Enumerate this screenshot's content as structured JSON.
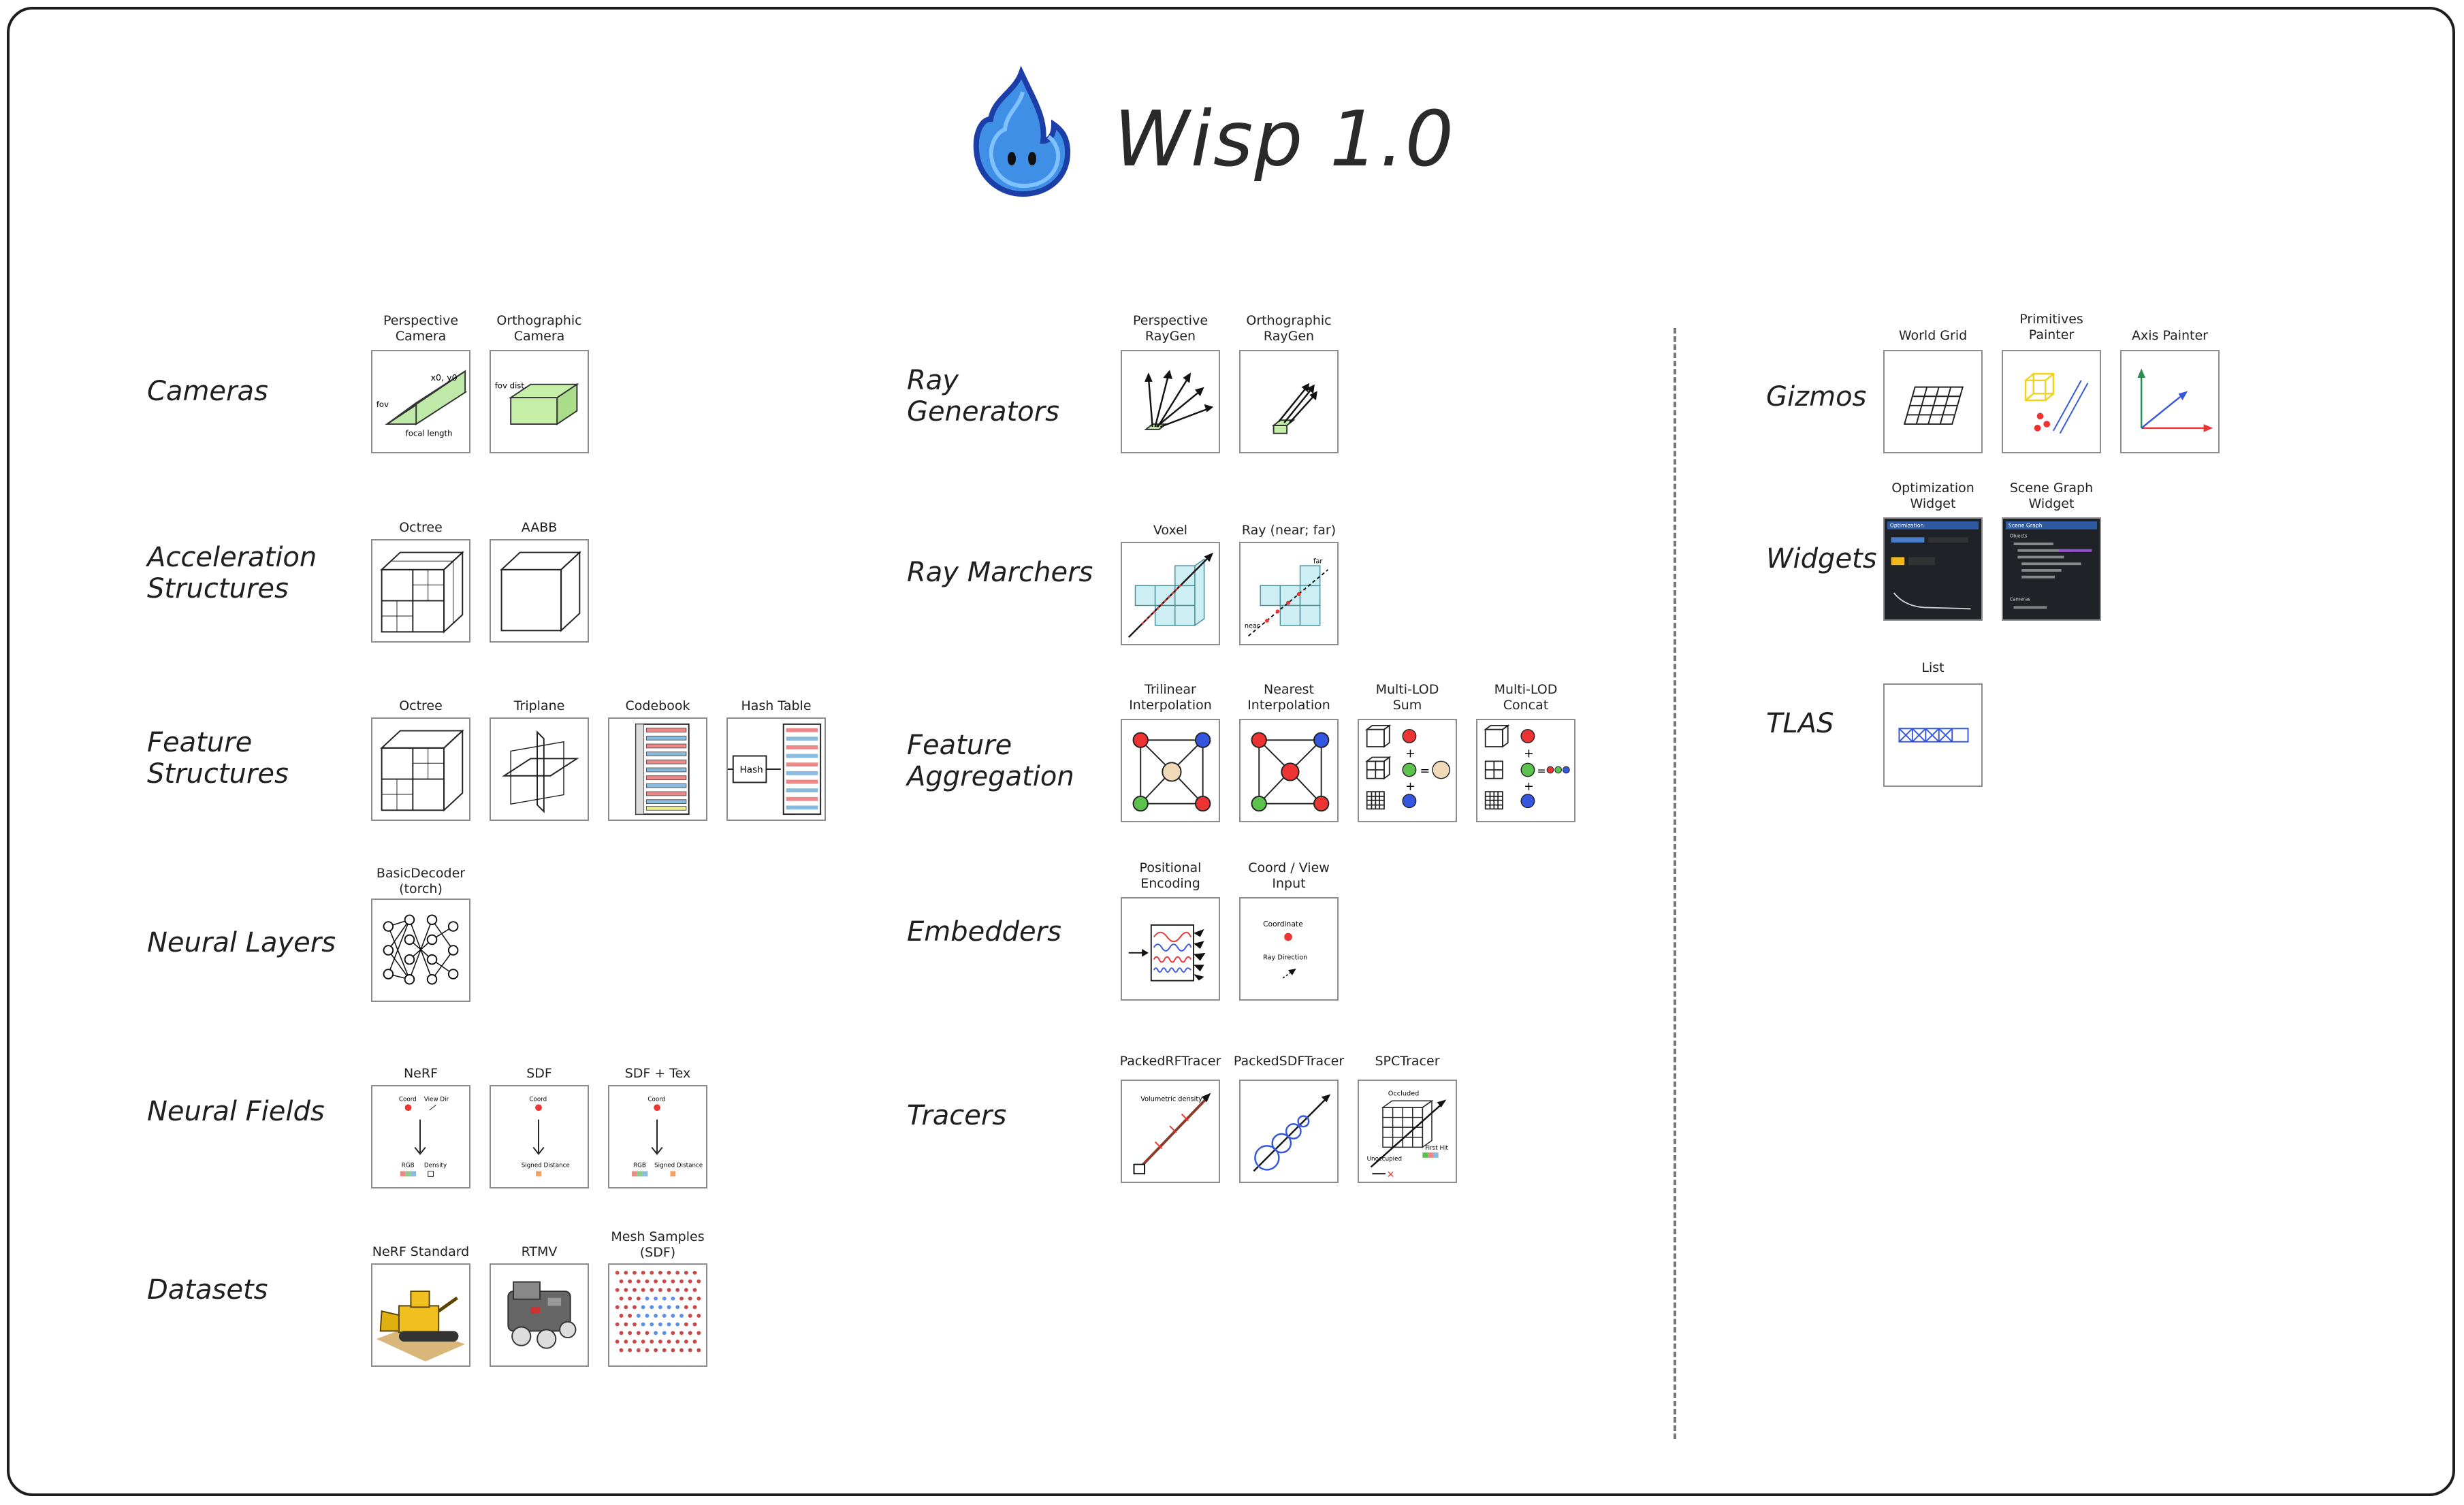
{
  "title": "Wisp 1.0",
  "colors": {
    "accent_blue": "#2f6fe0",
    "green": "#5cc24e",
    "red": "#e03a3a",
    "yellow": "#f2d21b",
    "cyan": "#9fe3ec"
  },
  "rows": {
    "cameras": "Cameras",
    "accel": "Acceleration\nStructures",
    "feature_struct": "Feature\nStructures",
    "neural_layers": "Neural Layers",
    "neural_fields": "Neural Fields",
    "datasets": "Datasets",
    "ray_gen": "Ray\nGenerators",
    "ray_march": "Ray Marchers",
    "feature_agg": "Feature\nAggregation",
    "embedders": "Embedders",
    "tracers": "Tracers",
    "gizmos": "Gizmos",
    "widgets": "Widgets",
    "tlas": "TLAS"
  },
  "captions": {
    "persp_cam": "Perspective\nCamera",
    "ortho_cam": "Orthographic\nCamera",
    "octree_a": "Octree",
    "aabb": "AABB",
    "octree_f": "Octree",
    "triplane": "Triplane",
    "codebook": "Codebook",
    "hash_table": "Hash Table",
    "basic_decoder": "BasicDecoder\n(torch)",
    "nerf": "NeRF",
    "sdf": "SDF",
    "sdf_tex": "SDF + Tex",
    "nerf_standard": "NeRF Standard",
    "rtmv": "RTMV",
    "mesh_samples": "Mesh Samples\n(SDF)",
    "persp_raygen": "Perspective\nRayGen",
    "ortho_raygen": "Orthographic\nRayGen",
    "voxel": "Voxel",
    "ray_near_far": "Ray (near; far)",
    "trilinear": "Trilinear\nInterpolation",
    "nearest": "Nearest\nInterpolation",
    "mlod_sum": "Multi-LOD\nSum",
    "mlod_concat": "Multi-LOD\nConcat",
    "pos_enc": "Positional\nEncoding",
    "coord_view": "Coord / View\nInput",
    "packed_rf": "PackedRFTracer",
    "packed_sdf": "PackedSDFTracer",
    "spc": "SPCTracer",
    "world_grid": "World Grid",
    "prim_painter": "Primitives\nPainter",
    "axis_painter": "Axis Painter",
    "optim_widget": "Optimization\nWidget",
    "scene_graph": "Scene Graph\nWidget",
    "list": "List"
  },
  "icon_text": {
    "x0y0": "x0, y0",
    "fov": "fov",
    "focal_length": "focal length",
    "fov_dist": "fov dist.",
    "hash": "Hash",
    "coord": "Coord",
    "view_dir": "View Dir",
    "rgb": "RGB",
    "density": "Density",
    "signed_distance": "Signed Distance",
    "coordinate": "Coordinate",
    "ray_direction": "Ray Direction",
    "volumetric_density": "Volumetric\ndensity",
    "occluded": "Occluded",
    "unoccupied": "Unoccupied",
    "first_hit": "First Hit",
    "far": "far",
    "near": "near",
    "optimization": "Optimization",
    "scene_graph_hdr": "Scene Graph",
    "objects": "Objects",
    "cameras": "Cameras"
  }
}
